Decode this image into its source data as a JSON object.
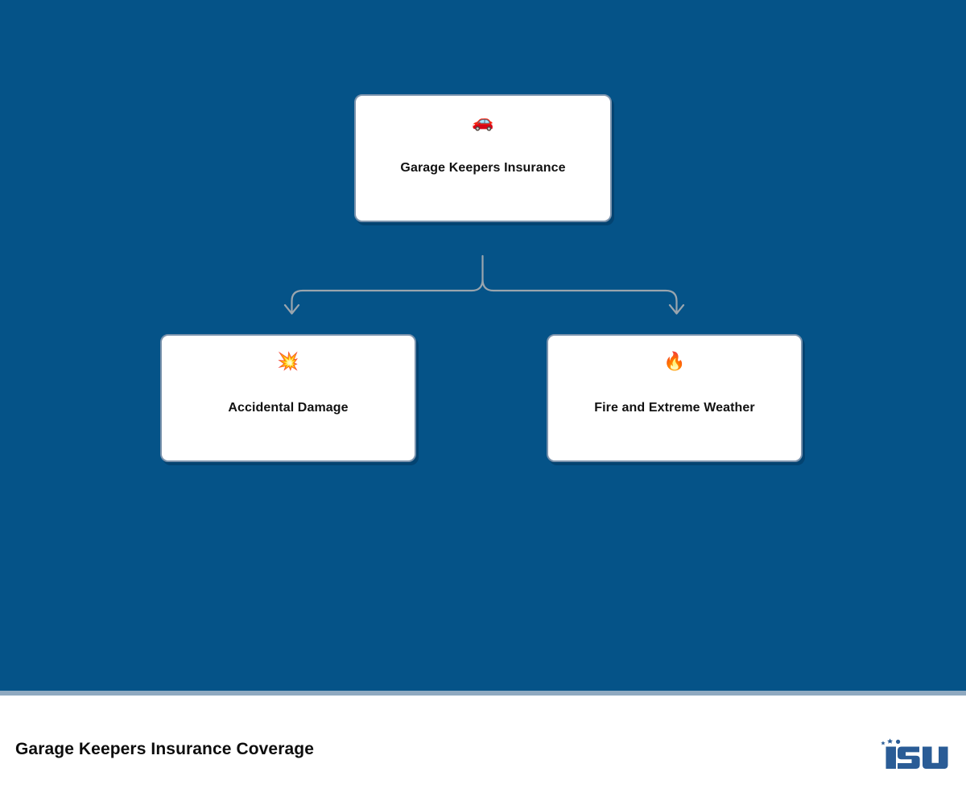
{
  "theme": {
    "background_color": "#055388",
    "card_background": "#FFFFFF",
    "card_border_color": "#7B93AD",
    "connector_color": "#9AA5AE",
    "divider_color": "#8FA9C0",
    "footer_background": "#FFFFFF",
    "text_color": "#111111",
    "brand_color": "#1F5C9E"
  },
  "diagram": {
    "type": "hierarchy",
    "root": {
      "id": "garage-keepers-insurance",
      "label": "Garage Keepers Insurance",
      "icon": "car-icon",
      "icon_glyph": "🚗"
    },
    "children": [
      {
        "id": "accidental-damage",
        "label": "Accidental Damage",
        "icon": "collision-icon",
        "icon_glyph": "💥"
      },
      {
        "id": "fire-and-extreme-weather",
        "label": "Fire and Extreme Weather",
        "icon": "fire-icon",
        "icon_glyph": "🔥"
      }
    ]
  },
  "footer": {
    "title": "Garage Keepers Insurance Coverage",
    "logo": {
      "name": "isu-logo",
      "text": "ISU"
    }
  }
}
